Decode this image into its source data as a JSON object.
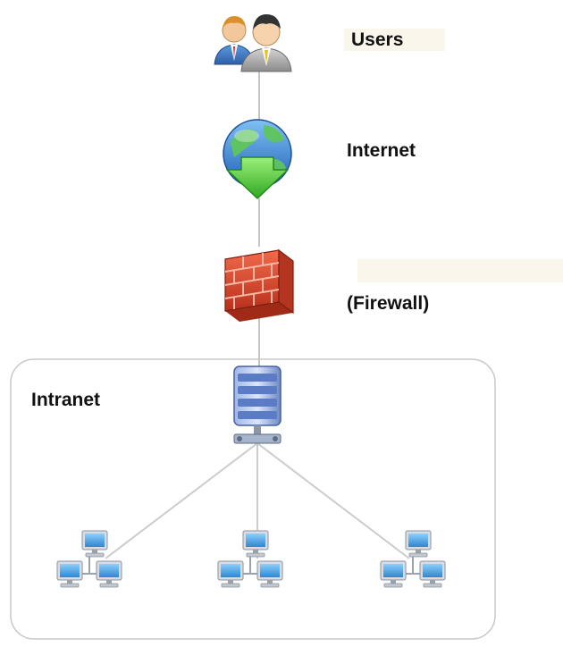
{
  "nodes": {
    "users": {
      "label": "Users",
      "icon": "users-icon"
    },
    "internet": {
      "label": "Internet",
      "icon": "globe-download-icon"
    },
    "firewall": {
      "label": "(Firewall)",
      "icon": "firewall-brick-icon"
    },
    "intranet": {
      "label": "Intranet",
      "server_icon": "server-icon"
    },
    "workstations": [
      {
        "icon": "computer-network-icon"
      },
      {
        "icon": "computer-network-icon"
      },
      {
        "icon": "computer-network-icon"
      }
    ]
  },
  "colors": {
    "connector": "#c4c4c4",
    "intranet_border": "#c8c8c8",
    "label_highlight": "#faf6ec",
    "firewall": "#d8452b",
    "globe": "#2f7fd1",
    "arrow": "#4fcf38",
    "server": "#6f8fd0",
    "monitor": "#4aa0dd"
  }
}
